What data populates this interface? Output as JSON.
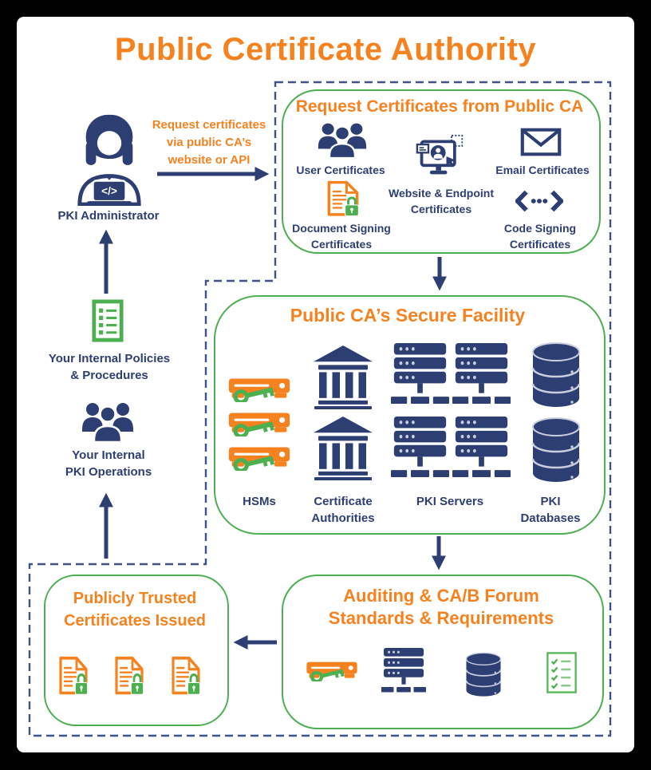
{
  "title": "Public Certificate Authority",
  "colors": {
    "navy": "#2d3e72",
    "orange": "#f5821f",
    "green": "#4caf50"
  },
  "pki_admin": {
    "label": "PKI Administrator",
    "laptop_glyph": "</>"
  },
  "request_note": "Request certificates\nvia public CA’s\nwebsite or API",
  "internal": {
    "policies_label": "Your Internal Policies\n& Procedures",
    "operations_label": "Your Internal\nPKI Operations"
  },
  "request_box": {
    "title": "Request Certificates from Public CA",
    "items": [
      {
        "label": "User Certificates",
        "icon": "users-icon"
      },
      {
        "label": "Website & Endpoint\nCertificates",
        "icon": "website-endpoint-icon"
      },
      {
        "label": "Email Certificates",
        "icon": "envelope-icon"
      },
      {
        "label": "Document Signing\nCertificates",
        "icon": "document-lock-icon"
      },
      {
        "label": "Code Signing\nCertificates",
        "icon": "code-icon"
      }
    ]
  },
  "facility_box": {
    "title": "Public CA’s Secure Facility",
    "items": [
      {
        "label": "HSMs",
        "icon": "hsm-key-icon"
      },
      {
        "label": "Certificate\nAuthorities",
        "icon": "bank-icon"
      },
      {
        "label": "PKI Servers",
        "icon": "server-icon"
      },
      {
        "label": "PKI\nDatabases",
        "icon": "database-icon"
      }
    ]
  },
  "auditing_box": {
    "title": "Auditing & CA/B Forum\nStandards & Requirements"
  },
  "issued_box": {
    "title": "Publicly Trusted\nCertificates Issued"
  }
}
